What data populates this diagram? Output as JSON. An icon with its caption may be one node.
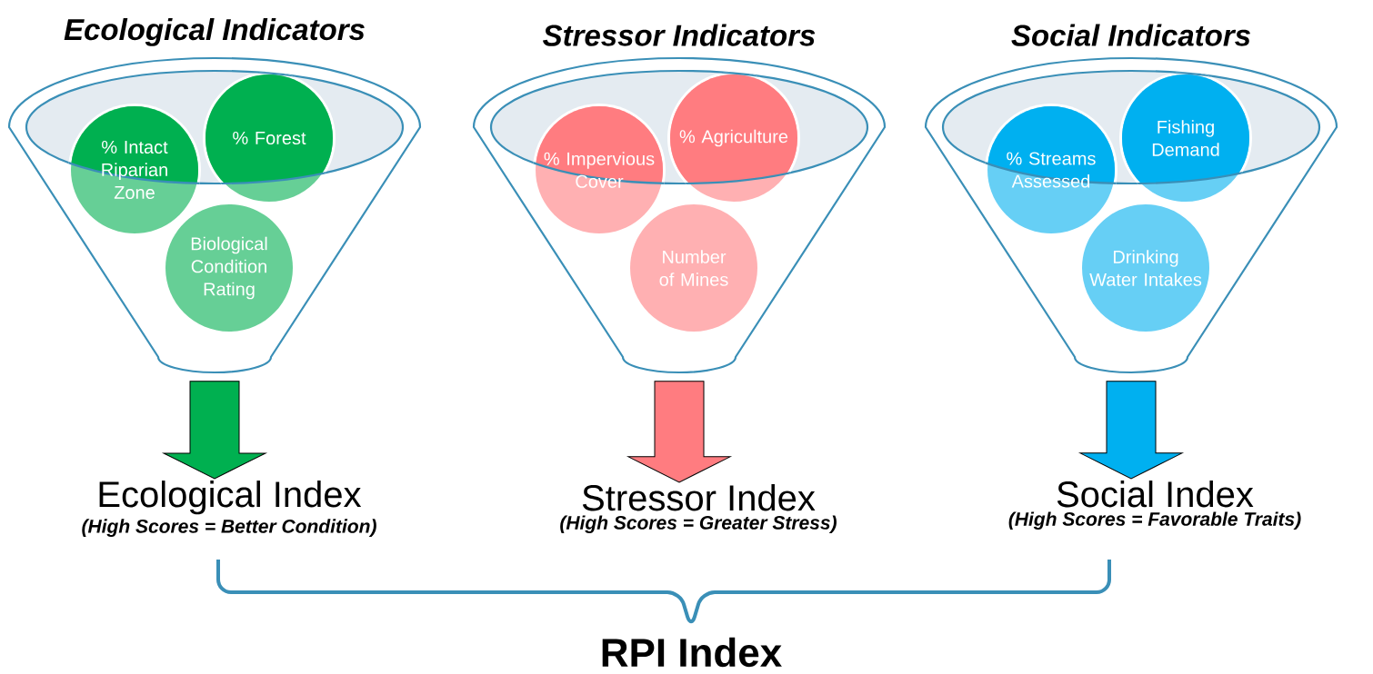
{
  "diagram": {
    "nodes": [
      {
        "text": [
          "Ecological Indicators"
        ]
      },
      {
        "text": [
          "% Intact Riparian Zone"
        ],
        "in": 0
      },
      {
        "text": [
          "% Forest"
        ],
        "in": 0
      },
      {
        "text": [
          "Biological Condition Rating"
        ],
        "in": 0
      },
      {
        "text": [
          "Stressor Indicators"
        ]
      },
      {
        "text": [
          "% Impervious Cover"
        ],
        "in": 4
      },
      {
        "text": [
          "% Agriculture"
        ],
        "in": 4
      },
      {
        "text": [
          "Number of Mines"
        ],
        "in": 4
      },
      {
        "text": [
          "Social Indicators"
        ]
      },
      {
        "text": [
          "% Streams Assessed"
        ],
        "in": 8
      },
      {
        "text": [
          "Fishing Demand"
        ],
        "in": 8
      },
      {
        "text": [
          "Drinking Water Intakes"
        ],
        "in": 8
      },
      {
        "text": [
          "Ecological Index",
          "(High Scores = Better Condition)"
        ]
      },
      {
        "text": [
          "Stressor Index",
          "(High Scores = Greater Stress)"
        ]
      },
      {
        "text": [
          "Social Index",
          "(High Scores = Favorable Traits)"
        ]
      }
    ],
    "edges": [
      {
        "from": 0,
        "to": 12,
        "arrow": "to",
        "color": "#00b050"
      },
      {
        "from": 4,
        "to": 13,
        "arrow": "to",
        "color": "#ff7c80"
      },
      {
        "from": 8,
        "to": 14,
        "arrow": "to",
        "color": "#00b0f0"
      }
    ],
    "labels": [
      "RPI Index"
    ]
  }
}
